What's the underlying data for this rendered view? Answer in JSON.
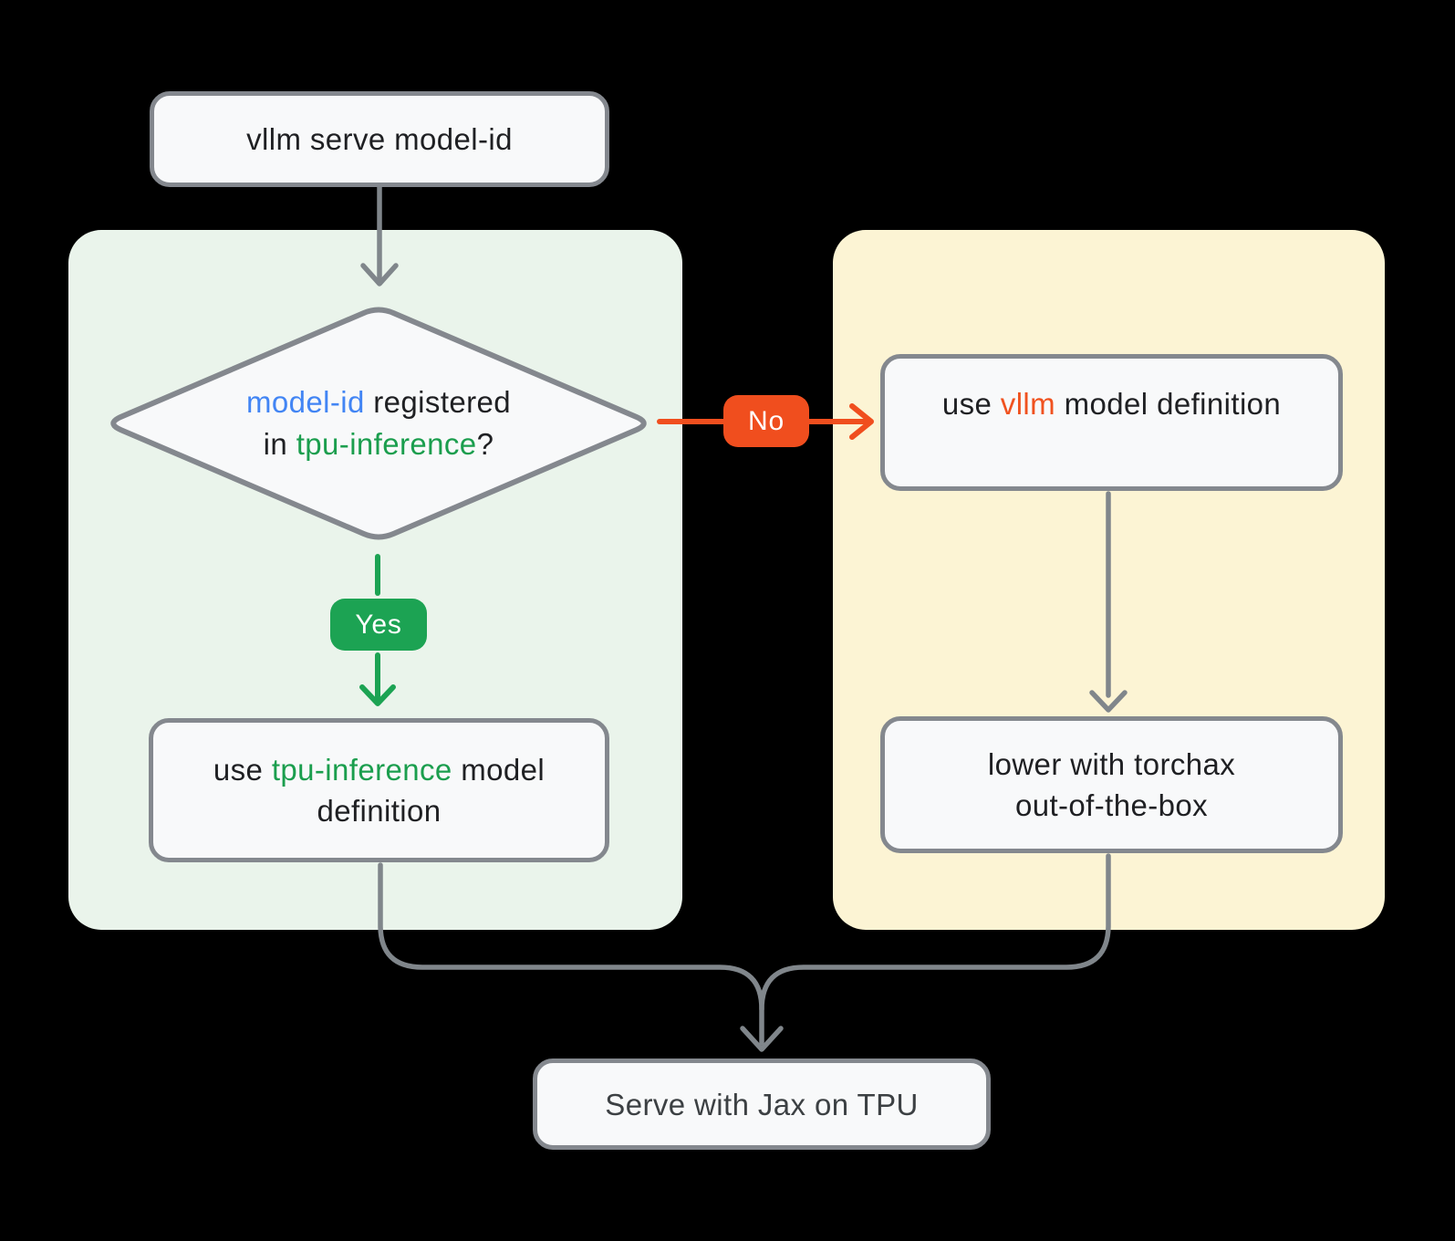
{
  "colors": {
    "background": "#000000",
    "panel-green": "#EAF4EB",
    "panel-yellow": "#FCF4D4",
    "node-fill": "#F8F9FA",
    "node-border": "#84888E",
    "edge-gray": "#80868B",
    "accent-green": "#1CA353",
    "text-green": "#1B9E4E",
    "accent-orange": "#F04E1E",
    "text-orange": "#F0521F",
    "accent-blue": "#4285F4",
    "text-dark": "#1F2023",
    "text-final": "#3C4043",
    "badge-text": "#FFFFFF"
  },
  "nodes": {
    "start": {
      "label": "vllm serve model-id"
    },
    "decision": {
      "seg_model_id": "model-id",
      "seg_registered": " registered",
      "seg_in": "in ",
      "seg_tpu": "tpu-inference",
      "seg_question": "?"
    },
    "tpu_result": {
      "seg_use": "use ",
      "seg_lib": "tpu-inference",
      "seg_model": " model",
      "line2": "definition"
    },
    "vllm_result": {
      "seg_use": "use ",
      "seg_lib": "vllm",
      "seg_rest": " model definition"
    },
    "torchax": {
      "line1": "lower with torchax",
      "line2": "out-of-the-box"
    },
    "serve": {
      "label": "Serve with Jax on TPU"
    }
  },
  "edges": {
    "yes_label": "Yes",
    "no_label": "No"
  }
}
